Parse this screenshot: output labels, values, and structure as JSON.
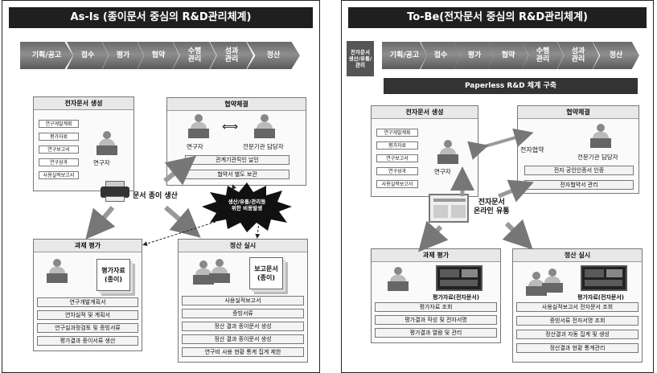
{
  "left_panel": {
    "title": "As-Is (종이문서 중심의 R&D관리체계)",
    "process_steps": [
      "기획/공고",
      "접수",
      "평가",
      "협약",
      "수행\n관리",
      "성과\n관리",
      "정산"
    ],
    "doc_creation": {
      "title": "전자문서 생성",
      "items": [
        "연구개발계획",
        "평가자료",
        "연구보고서",
        "연구성과",
        "사용실적보고서"
      ],
      "actor": "연구자"
    },
    "agreement": {
      "title": "협약체결",
      "actor_left": "연구자",
      "actor_right": "전문기관 담당자",
      "rows": [
        "관계기관직인 날인",
        "협약서 별도 보관"
      ]
    },
    "printer_label": "문서 종이 생산",
    "burst_text": "생산/유통/관리등\n위한 비용발생",
    "evaluation": {
      "title": "과제 평가",
      "doc_label": "평가자료\n(종이)",
      "rows": [
        "연구개발계획서",
        "연차실적 및 계획서",
        "연구실과정검토 및 증빙서류",
        "평가결과 종이서류 생산"
      ]
    },
    "settlement": {
      "title": "정산 실시",
      "doc_label": "보고문서\n(종이)",
      "rows": [
        "사용실적보고서",
        "증빙서류",
        "정산 결과 종이문서 생성",
        "정산 결과 종이문서 생성",
        "연구비 사용 현황 통계 집계 제한"
      ]
    }
  },
  "right_panel": {
    "title": "To-Be(전자문서 중심의 R&D관리체계)",
    "first_step": "전자문서\n생산/유통/\n관리",
    "process_steps": [
      "기획/공고",
      "접수",
      "평가",
      "협약",
      "수행\n관리",
      "성과\n관리",
      "정산"
    ],
    "banner": "Paperless R&D 체계 구축",
    "doc_creation": {
      "title": "전자문서 생성",
      "items": [
        "연구개발계획",
        "평가자료",
        "연구보고서",
        "연구성과",
        "사용실적보고서"
      ],
      "actor": "연구자"
    },
    "agreement": {
      "title": "협약체결",
      "arrow_label": "전자협약",
      "actor_right": "전문기관 담당자",
      "rows": [
        "전자 공인인증서 인증",
        "전자협약서 관리"
      ]
    },
    "online_label": "전자문서\n온라인 유통",
    "evaluation": {
      "title": "과제 평가",
      "doc_label": "평가자료(전자문서)",
      "rows": [
        "평가자료 조회",
        "평가결과 작성 및 전자서명",
        "평가결과 열람 및 관리"
      ]
    },
    "settlement": {
      "title": "정산 실시",
      "doc_label": "평가자료(전자문서)",
      "rows": [
        "사용실적보고서 전자문서 조회",
        "증빙서류 전자서명 조회",
        "정산결과 자동 집계 및 생성",
        "정산결과 현황 통계관리"
      ]
    }
  }
}
